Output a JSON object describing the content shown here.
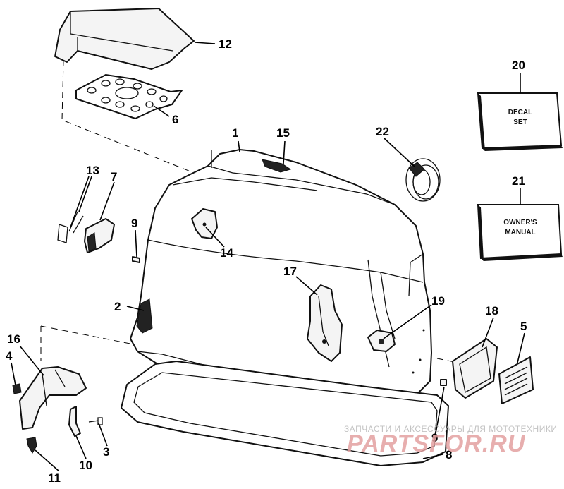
{
  "callouts": [
    {
      "id": "1",
      "label": "1"
    },
    {
      "id": "2",
      "label": "2"
    },
    {
      "id": "3",
      "label": "3"
    },
    {
      "id": "4",
      "label": "4"
    },
    {
      "id": "5",
      "label": "5"
    },
    {
      "id": "6",
      "label": "6"
    },
    {
      "id": "7",
      "label": "7"
    },
    {
      "id": "8",
      "label": "8"
    },
    {
      "id": "9a",
      "label": "9"
    },
    {
      "id": "9b",
      "label": "9"
    },
    {
      "id": "10",
      "label": "10"
    },
    {
      "id": "11",
      "label": "11"
    },
    {
      "id": "12",
      "label": "12"
    },
    {
      "id": "13",
      "label": "13"
    },
    {
      "id": "14",
      "label": "14"
    },
    {
      "id": "15",
      "label": "15"
    },
    {
      "id": "16",
      "label": "16"
    },
    {
      "id": "17",
      "label": "17"
    },
    {
      "id": "18",
      "label": "18"
    },
    {
      "id": "19",
      "label": "19"
    },
    {
      "id": "20",
      "label": "20"
    },
    {
      "id": "21",
      "label": "21"
    },
    {
      "id": "22",
      "label": "22"
    }
  ],
  "boxes": {
    "decal_line1": "DECAL",
    "decal_line2": "SET",
    "manual_line1": "OWNER'S",
    "manual_line2": "MANUAL"
  },
  "watermark": {
    "subtitle": "ЗАПЧАСТИ И АКСЕССУАРЫ ДЛЯ МОТОТЕХНИКИ",
    "brand": "PARTSFOR.RU"
  }
}
